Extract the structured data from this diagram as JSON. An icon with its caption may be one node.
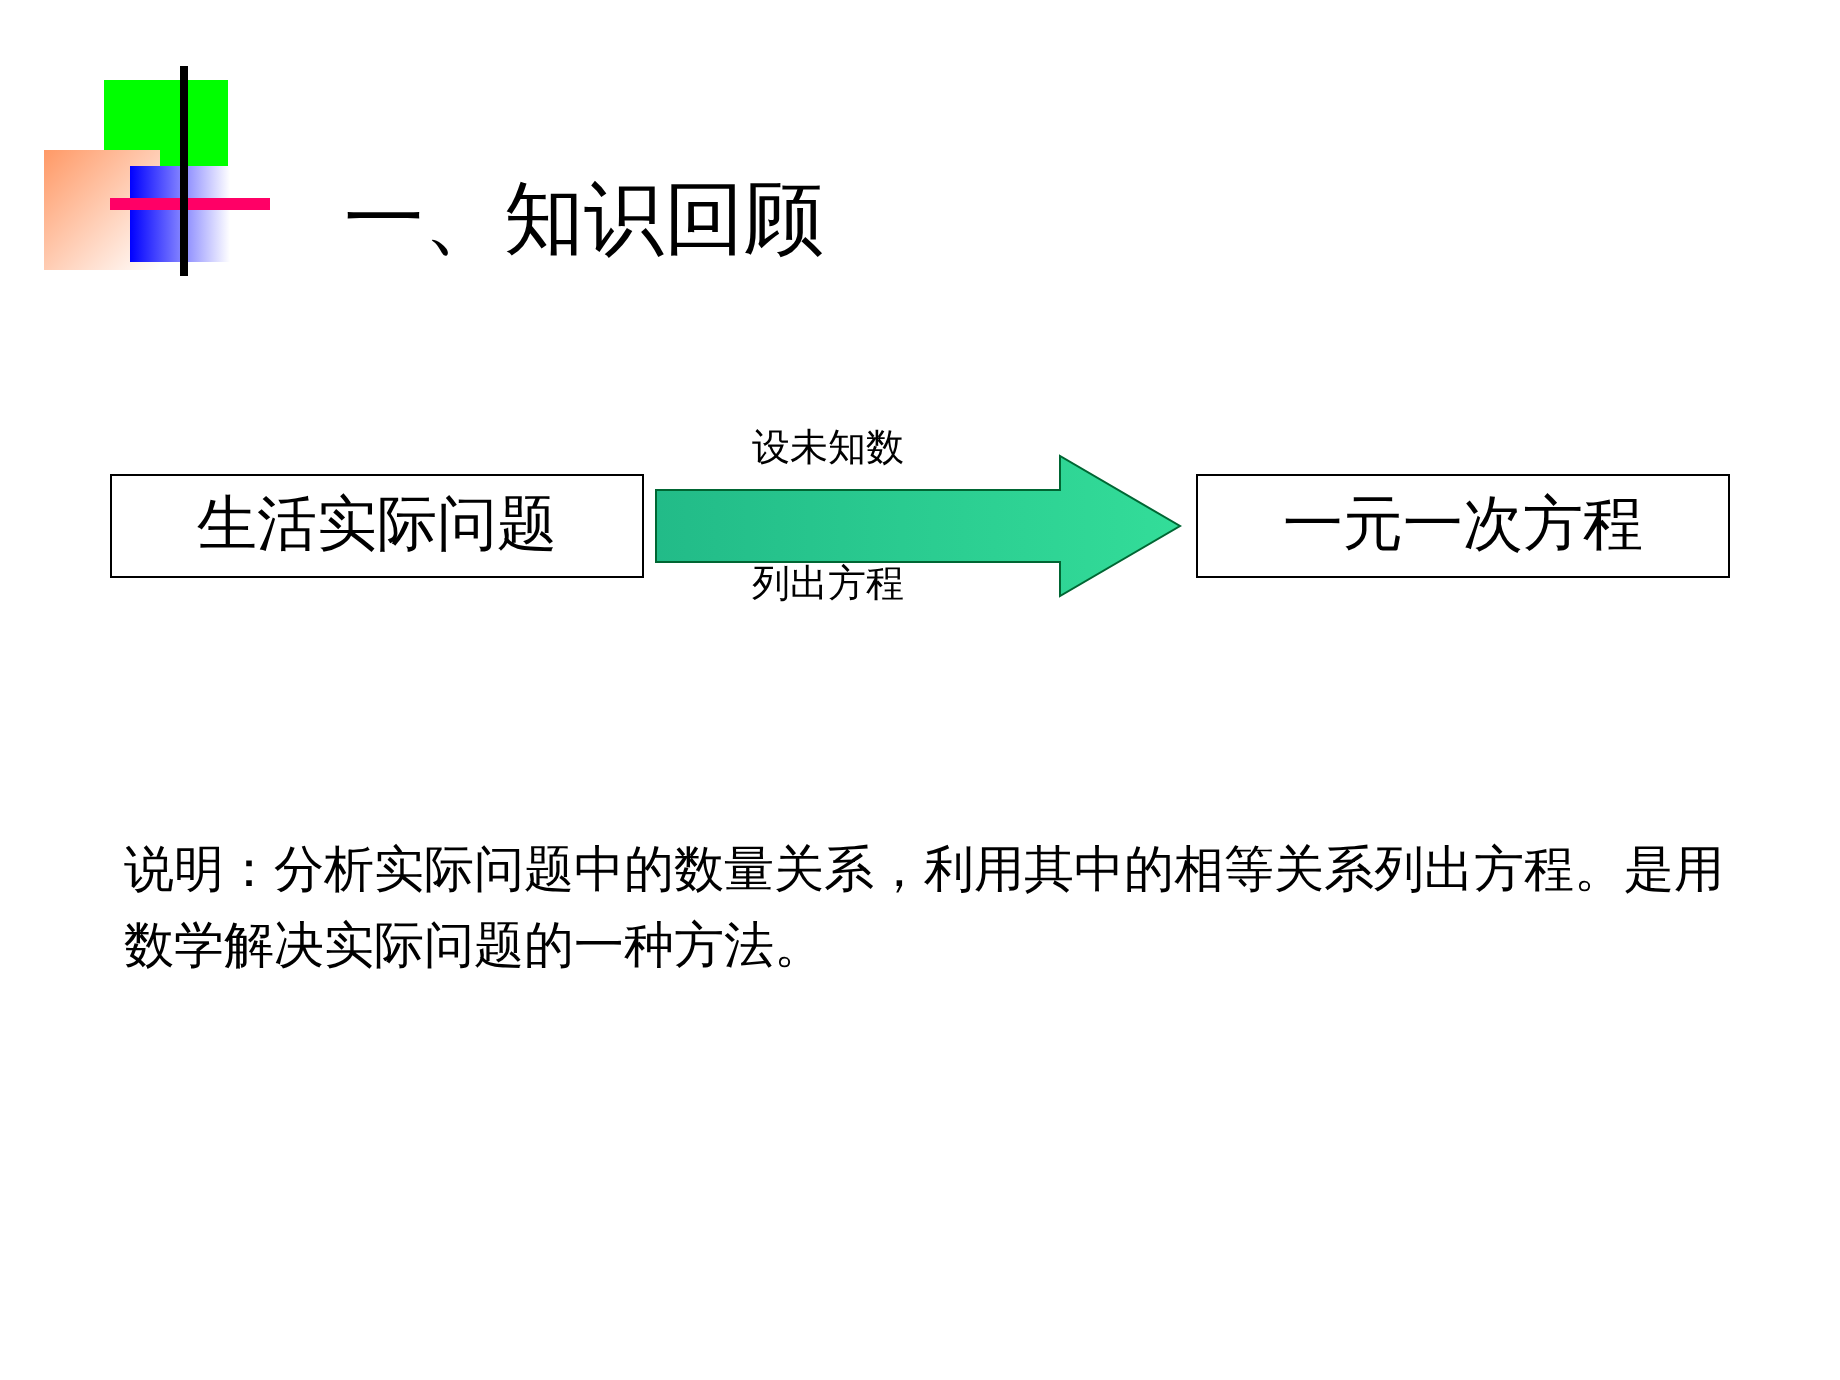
{
  "diagram": {
    "title": "一、知识回顾",
    "nodes": [
      {
        "text": [
          "生活实际问题"
        ]
      },
      {
        "text": [
          "一元一次方程"
        ]
      }
    ],
    "edges": [
      {
        "from": 0,
        "to": 1,
        "arrow": "to",
        "label": "设未知数"
      }
    ],
    "labels": [
      "列出方程",
      "说明：分析实际问题中的数量关系，利用其中的相等关系列出方程。是用数学解决实际问题的一种方法。"
    ]
  }
}
